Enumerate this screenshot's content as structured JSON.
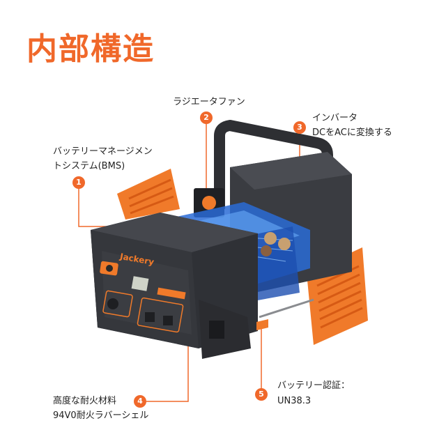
{
  "title": "内部構造",
  "colors": {
    "accent": "#f0682a",
    "body": "#2f3136",
    "circuit": "#2a6bd6"
  },
  "callouts": [
    {
      "num": "1",
      "lines": [
        "バッテリーマネージメン",
        "トシステム(BMS)"
      ]
    },
    {
      "num": "2",
      "lines": [
        "ラジエータファン"
      ]
    },
    {
      "num": "3",
      "lines": [
        "インバータ",
        "DCをACに変換する"
      ]
    },
    {
      "num": "4",
      "lines": [
        "高度な耐火材料",
        "94V0耐火ラバーシェル"
      ]
    },
    {
      "num": "5",
      "lines": [
        "バッテリー認証：",
        "UN38.3"
      ]
    }
  ],
  "product": {
    "brand": "Jackery"
  }
}
